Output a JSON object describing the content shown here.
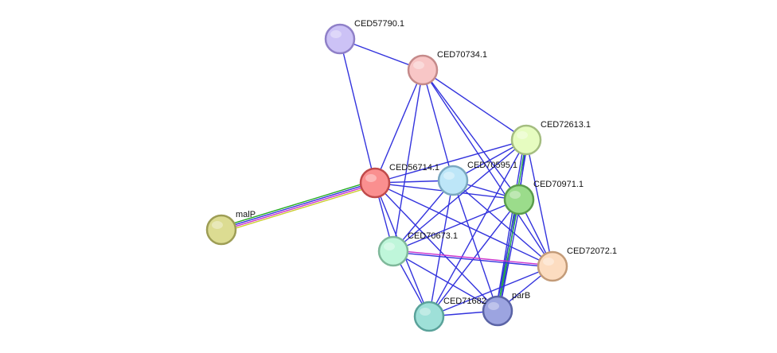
{
  "graph": {
    "nodes": [
      {
        "id": "CED57790.1",
        "label": "CED57790.1",
        "color": "#ccc2f6",
        "stroke": "#8f80c8"
      },
      {
        "id": "CED70734.1",
        "label": "CED70734.1",
        "color": "#f8c6c6",
        "stroke": "#c58a8a"
      },
      {
        "id": "CED72613.1",
        "label": "CED72613.1",
        "color": "#e6fcc0",
        "stroke": "#a4bd80"
      },
      {
        "id": "CED56714.1",
        "label": "CED56714.1",
        "color": "#fa8f8f",
        "stroke": "#c04a4a"
      },
      {
        "id": "CED70595.1",
        "label": "CED70595.1",
        "color": "#bde6f8",
        "stroke": "#7aa8c0"
      },
      {
        "id": "CED70971.1",
        "label": "CED70971.1",
        "color": "#9bdc8b",
        "stroke": "#5a9c4c"
      },
      {
        "id": "malP",
        "label": "malP",
        "color": "#dcdc92",
        "stroke": "#9d9d55"
      },
      {
        "id": "CED70673.1",
        "label": "CED70673.1",
        "color": "#bff6da",
        "stroke": "#7fb89a"
      },
      {
        "id": "CED72072.1",
        "label": "CED72072.1",
        "color": "#fcdcc0",
        "stroke": "#c39b78"
      },
      {
        "id": "parB",
        "label": "parB",
        "color": "#9ca4e0",
        "stroke": "#5a63a5"
      },
      {
        "id": "CED71682",
        "label": "CED71682",
        "color": "#9ee0d8",
        "stroke": "#5aa29a"
      }
    ],
    "edges": [
      {
        "source": "CED57790.1",
        "target": "CED70734.1",
        "colors": [
          "#3333dd"
        ]
      },
      {
        "source": "CED57790.1",
        "target": "CED56714.1",
        "colors": [
          "#3333dd"
        ]
      },
      {
        "source": "CED70734.1",
        "target": "CED56714.1",
        "colors": [
          "#3333dd"
        ]
      },
      {
        "source": "CED70734.1",
        "target": "CED70595.1",
        "colors": [
          "#3333dd"
        ]
      },
      {
        "source": "CED70734.1",
        "target": "CED72613.1",
        "colors": [
          "#3333dd"
        ]
      },
      {
        "source": "CED70734.1",
        "target": "CED70971.1",
        "colors": [
          "#3333dd"
        ]
      },
      {
        "source": "CED70734.1",
        "target": "CED72072.1",
        "colors": [
          "#3333dd"
        ]
      },
      {
        "source": "CED70734.1",
        "target": "CED70673.1",
        "colors": [
          "#3333dd"
        ]
      },
      {
        "source": "CED72613.1",
        "target": "CED56714.1",
        "colors": [
          "#3333dd"
        ]
      },
      {
        "source": "CED72613.1",
        "target": "CED70595.1",
        "colors": [
          "#3333dd"
        ]
      },
      {
        "source": "CED72613.1",
        "target": "CED70971.1",
        "colors": [
          "#3333dd"
        ]
      },
      {
        "source": "CED72613.1",
        "target": "CED72072.1",
        "colors": [
          "#3333dd"
        ]
      },
      {
        "source": "CED72613.1",
        "target": "CED70673.1",
        "colors": [
          "#3333dd"
        ]
      },
      {
        "source": "CED72613.1",
        "target": "parB",
        "colors": [
          "#3333dd",
          "#22aa44",
          "#3333dd"
        ]
      },
      {
        "source": "CED72613.1",
        "target": "CED71682",
        "colors": [
          "#3333dd"
        ]
      },
      {
        "source": "CED56714.1",
        "target": "malP",
        "colors": [
          "#cccc33",
          "#cc33cc",
          "#3333dd",
          "#22aa22"
        ]
      },
      {
        "source": "CED56714.1",
        "target": "CED70595.1",
        "colors": [
          "#3333dd"
        ]
      },
      {
        "source": "CED56714.1",
        "target": "CED70971.1",
        "colors": [
          "#3333dd"
        ]
      },
      {
        "source": "CED56714.1",
        "target": "CED70673.1",
        "colors": [
          "#3333dd"
        ]
      },
      {
        "source": "CED56714.1",
        "target": "CED72072.1",
        "colors": [
          "#3333dd"
        ]
      },
      {
        "source": "CED56714.1",
        "target": "parB",
        "colors": [
          "#3333dd"
        ]
      },
      {
        "source": "CED56714.1",
        "target": "CED71682",
        "colors": [
          "#3333dd"
        ]
      },
      {
        "source": "CED70595.1",
        "target": "CED70971.1",
        "colors": [
          "#3333dd"
        ]
      },
      {
        "source": "CED70595.1",
        "target": "CED72072.1",
        "colors": [
          "#3333dd"
        ]
      },
      {
        "source": "CED70595.1",
        "target": "CED70673.1",
        "colors": [
          "#3333dd"
        ]
      },
      {
        "source": "CED70595.1",
        "target": "parB",
        "colors": [
          "#3333dd"
        ]
      },
      {
        "source": "CED70595.1",
        "target": "CED71682",
        "colors": [
          "#3333dd"
        ]
      },
      {
        "source": "CED70971.1",
        "target": "CED70673.1",
        "colors": [
          "#3333dd"
        ]
      },
      {
        "source": "CED70971.1",
        "target": "CED72072.1",
        "colors": [
          "#3333dd"
        ]
      },
      {
        "source": "CED70971.1",
        "target": "parB",
        "colors": [
          "#3333dd",
          "#22aa44",
          "#3333dd"
        ]
      },
      {
        "source": "CED70971.1",
        "target": "CED71682",
        "colors": [
          "#3333dd"
        ]
      },
      {
        "source": "CED70673.1",
        "target": "CED72072.1",
        "colors": [
          "#cc33cc",
          "#3333dd"
        ]
      },
      {
        "source": "CED70673.1",
        "target": "parB",
        "colors": [
          "#3333dd"
        ]
      },
      {
        "source": "CED70673.1",
        "target": "CED71682",
        "colors": [
          "#3333dd"
        ]
      },
      {
        "source": "CED72072.1",
        "target": "parB",
        "colors": [
          "#3333dd"
        ]
      },
      {
        "source": "CED72072.1",
        "target": "CED71682",
        "colors": [
          "#3333dd"
        ]
      },
      {
        "source": "parB",
        "target": "CED71682",
        "colors": [
          "#3333dd"
        ]
      }
    ]
  }
}
